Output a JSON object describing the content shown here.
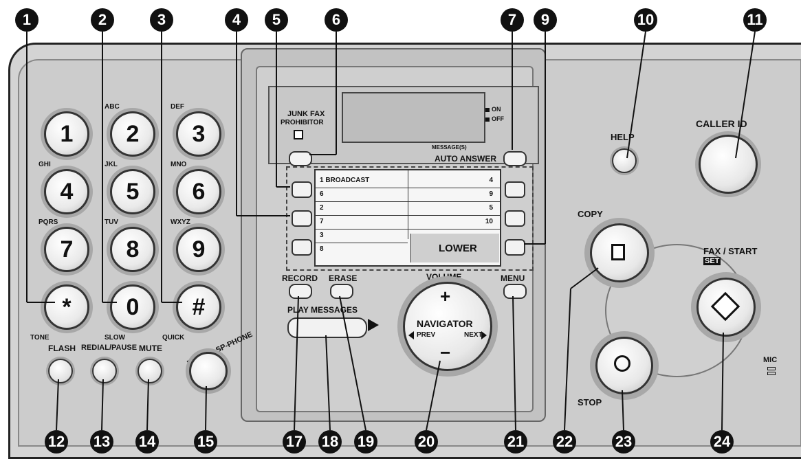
{
  "callouts": [
    "1",
    "2",
    "3",
    "4",
    "5",
    "6",
    "7",
    "9",
    "10",
    "11",
    "12",
    "13",
    "14",
    "15",
    "17",
    "18",
    "19",
    "20",
    "21",
    "22",
    "23",
    "24"
  ],
  "keypad": {
    "keys": [
      "1",
      "2",
      "3",
      "4",
      "5",
      "6",
      "7",
      "8",
      "9",
      "*",
      "0",
      "#"
    ],
    "letters": [
      "ABC",
      "DEF",
      "GHI",
      "JKL",
      "MNO",
      "PQRS",
      "TUV",
      "WXYZ"
    ],
    "under": [
      "TONE",
      "SLOW",
      "QUICK"
    ]
  },
  "bottom_buttons": [
    "FLASH",
    "REDIAL/PAUSE",
    "MUTE",
    "DIGITAL SP-PHONE"
  ],
  "console": {
    "junk_fax": "JUNK FAX",
    "prohibitor": "PROHIBITOR",
    "on": "ON",
    "off": "OFF",
    "messages": "MESSAGE(S)",
    "auto_answer": "AUTO ANSWER",
    "record": "RECORD",
    "erase": "ERASE",
    "volume": "VOLUME",
    "menu": "MENU",
    "play_messages": "PLAY MESSAGES",
    "navigator": "NAVIGATOR",
    "prev": "PREV",
    "next": "NEXT",
    "lower": "LOWER",
    "plus": "+",
    "minus": "−"
  },
  "directory": {
    "rows": [
      {
        "left": "1 BROADCAST",
        "right": "4"
      },
      {
        "left": "6",
        "right": "9"
      },
      {
        "left": "2",
        "right": "5"
      },
      {
        "left": "7",
        "right": "10"
      },
      {
        "left": "3",
        "right": ""
      },
      {
        "left": "8",
        "right": ""
      }
    ]
  },
  "right_side": {
    "help": "HELP",
    "caller_id": "CALLER ID",
    "copy": "COPY",
    "fax_start": "FAX / START",
    "set": "SET",
    "stop": "STOP",
    "mic": "MIC"
  }
}
